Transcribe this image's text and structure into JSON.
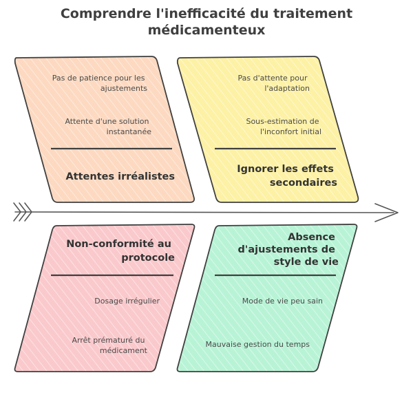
{
  "title": {
    "line1": "Comprendre l'inefficacité du traitement",
    "line2": "médicamenteux"
  },
  "colors": {
    "ink": "#3f3f3f",
    "spine": "#555555",
    "top_left_fill": "#fcd9c0",
    "top_right_fill": "#fdf1a5",
    "bottom_left_fill": "#fac9cc",
    "bottom_right_fill": "#b8f3d6"
  },
  "branches": [
    {
      "id": "top-left",
      "category": [
        "Attentes irréalistes"
      ],
      "causes": [
        [
          "Pas de patience pour les",
          "ajustements"
        ],
        [
          "Attente d'une solution",
          "instantanée"
        ]
      ]
    },
    {
      "id": "top-right",
      "category": [
        "Ignorer les effets",
        "secondaires"
      ],
      "causes": [
        [
          "Pas d'attente pour",
          "l'adaptation"
        ],
        [
          "Sous-estimation de",
          "l'inconfort initial"
        ]
      ]
    },
    {
      "id": "bottom-left",
      "category": [
        "Non-conformité au",
        "protocole"
      ],
      "causes": [
        [
          "Dosage irrégulier"
        ],
        [
          "Arrêt prématuré du",
          "médicament"
        ]
      ]
    },
    {
      "id": "bottom-right",
      "category": [
        "Absence",
        "d'ajustements de",
        "style de vie"
      ],
      "causes": [
        [
          "Mode de vie peu sain"
        ],
        [
          "Mauvaise gestion du temps"
        ]
      ]
    }
  ]
}
